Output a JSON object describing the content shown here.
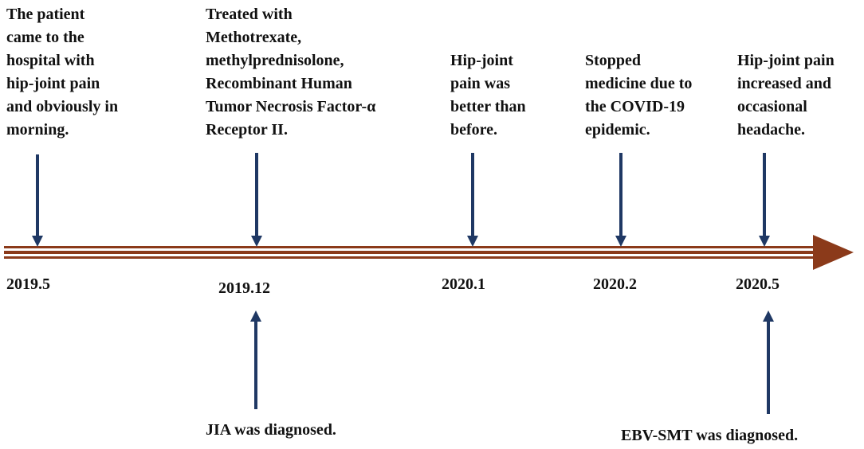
{
  "colors": {
    "timeline_brown": "#8B3A1A",
    "arrow_navy": "#1F3864",
    "text": "#111111"
  },
  "events": [
    {
      "date": "2019.5",
      "text": "The patient\ncame to the\nhospital with\nhip-joint pain\nand obviously in\nmorning."
    },
    {
      "date": "2019.12",
      "text": "Treated with\nMethotrexate,\nmethylprednisolone,\nRecombinant Human\nTumor Necrosis Factor-α\nReceptor II."
    },
    {
      "date": "2020.1",
      "text": "Hip-joint\npain was\nbetter than\nbefore."
    },
    {
      "date": "2020.2",
      "text": "Stopped\nmedicine due to\nthe COVID-19\nepidemic."
    },
    {
      "date": "2020.5",
      "text": "Hip-joint pain\nincreased and\noccasional\nheadache."
    }
  ],
  "diagnoses": [
    {
      "date": "2019.12",
      "text": "JIA was diagnosed."
    },
    {
      "date": "2020.5",
      "text": "EBV-SMT was diagnosed."
    }
  ]
}
